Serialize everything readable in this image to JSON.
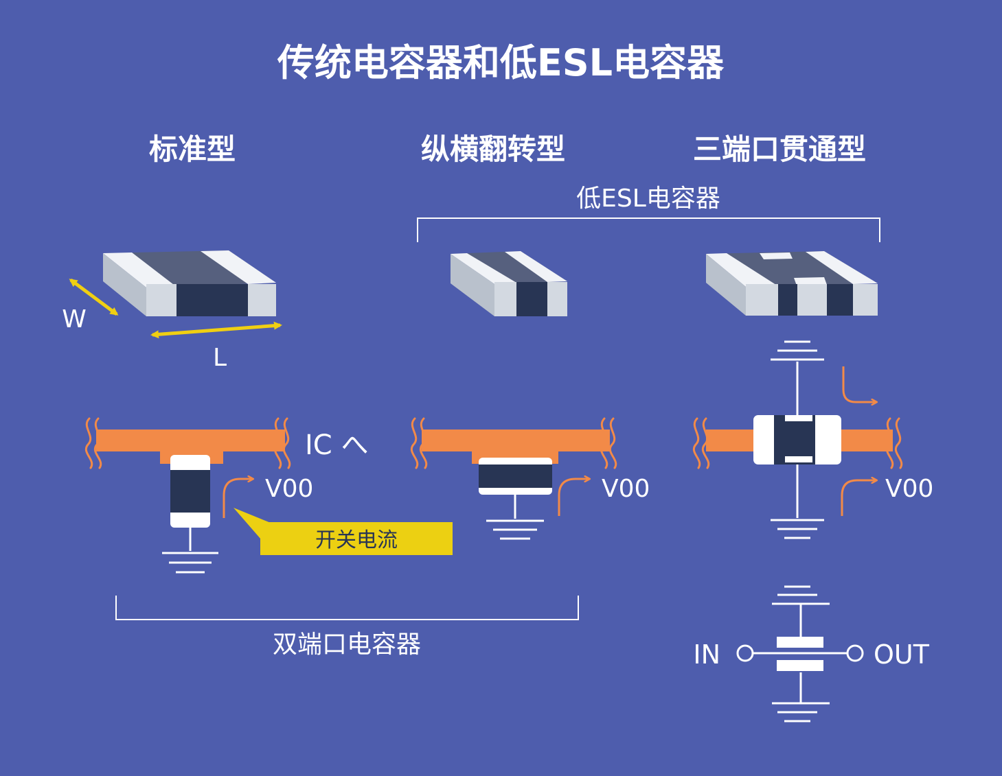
{
  "title": "传统电容器和低ESL电容器",
  "columns": {
    "standard": "标准型",
    "reverse": "纵横翻转型",
    "three_terminal": "三端口贯通型"
  },
  "groups": {
    "low_esl": "低ESL电容器",
    "two_terminal": "双端口电容器"
  },
  "labels": {
    "w": "W",
    "l": "L",
    "to_ic": "IC へ",
    "vdd_1": "V00",
    "vdd_2": "V00",
    "vdd_3": "V00",
    "switching_current": "开关电流",
    "in": "IN",
    "out": "OUT"
  },
  "colors": {
    "background": "#4e5dad",
    "trace": "#f28a48",
    "capacitor_body": "#283554",
    "electrode": "#ffffff",
    "arrow_dimension": "#f0cf12",
    "callout": "#ecd012"
  }
}
